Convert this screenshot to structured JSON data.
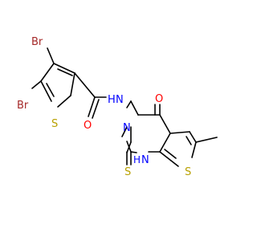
{
  "atoms": {
    "br_upper": {
      "text": "Br",
      "color": "#a52a2a"
    },
    "br_lower": {
      "text": "Br",
      "color": "#a52a2a"
    },
    "s_thiophene": {
      "text": "S",
      "color": "#b8a000"
    },
    "o_amide": {
      "text": "O",
      "color": "#ff0000"
    },
    "n_amide": {
      "text": "N",
      "color": "#0000ff"
    },
    "h_amide": {
      "text": "H",
      "color": "#0000ff"
    },
    "n_ring": {
      "text": "N",
      "color": "#0000ff"
    },
    "o_ring": {
      "text": "O",
      "color": "#ff0000"
    },
    "s_thione": {
      "text": "S",
      "color": "#b8a000"
    },
    "nh_ring": {
      "text": "H",
      "color": "#0000ff"
    },
    "nh_ring_n": {
      "text": "N",
      "color": "#0000ff"
    },
    "s_thieno": {
      "text": "S",
      "color": "#b8a000"
    }
  }
}
